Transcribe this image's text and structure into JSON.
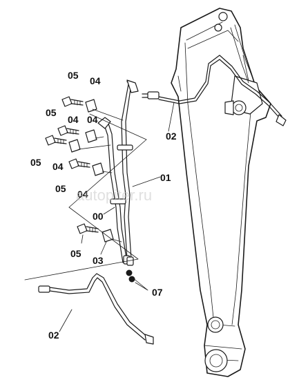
{
  "parts": {
    "p00": "00",
    "p01": "01",
    "p02a": "02",
    "p02b": "02",
    "p03": "03",
    "p04a": "04",
    "p04b": "04",
    "p04c": "04",
    "p04d": "04",
    "p05a": "05",
    "p05b": "05",
    "p05c": "05",
    "p05d": "05",
    "p05e": "05",
    "p07": "07"
  },
  "watermark": "autopiter.ru"
}
